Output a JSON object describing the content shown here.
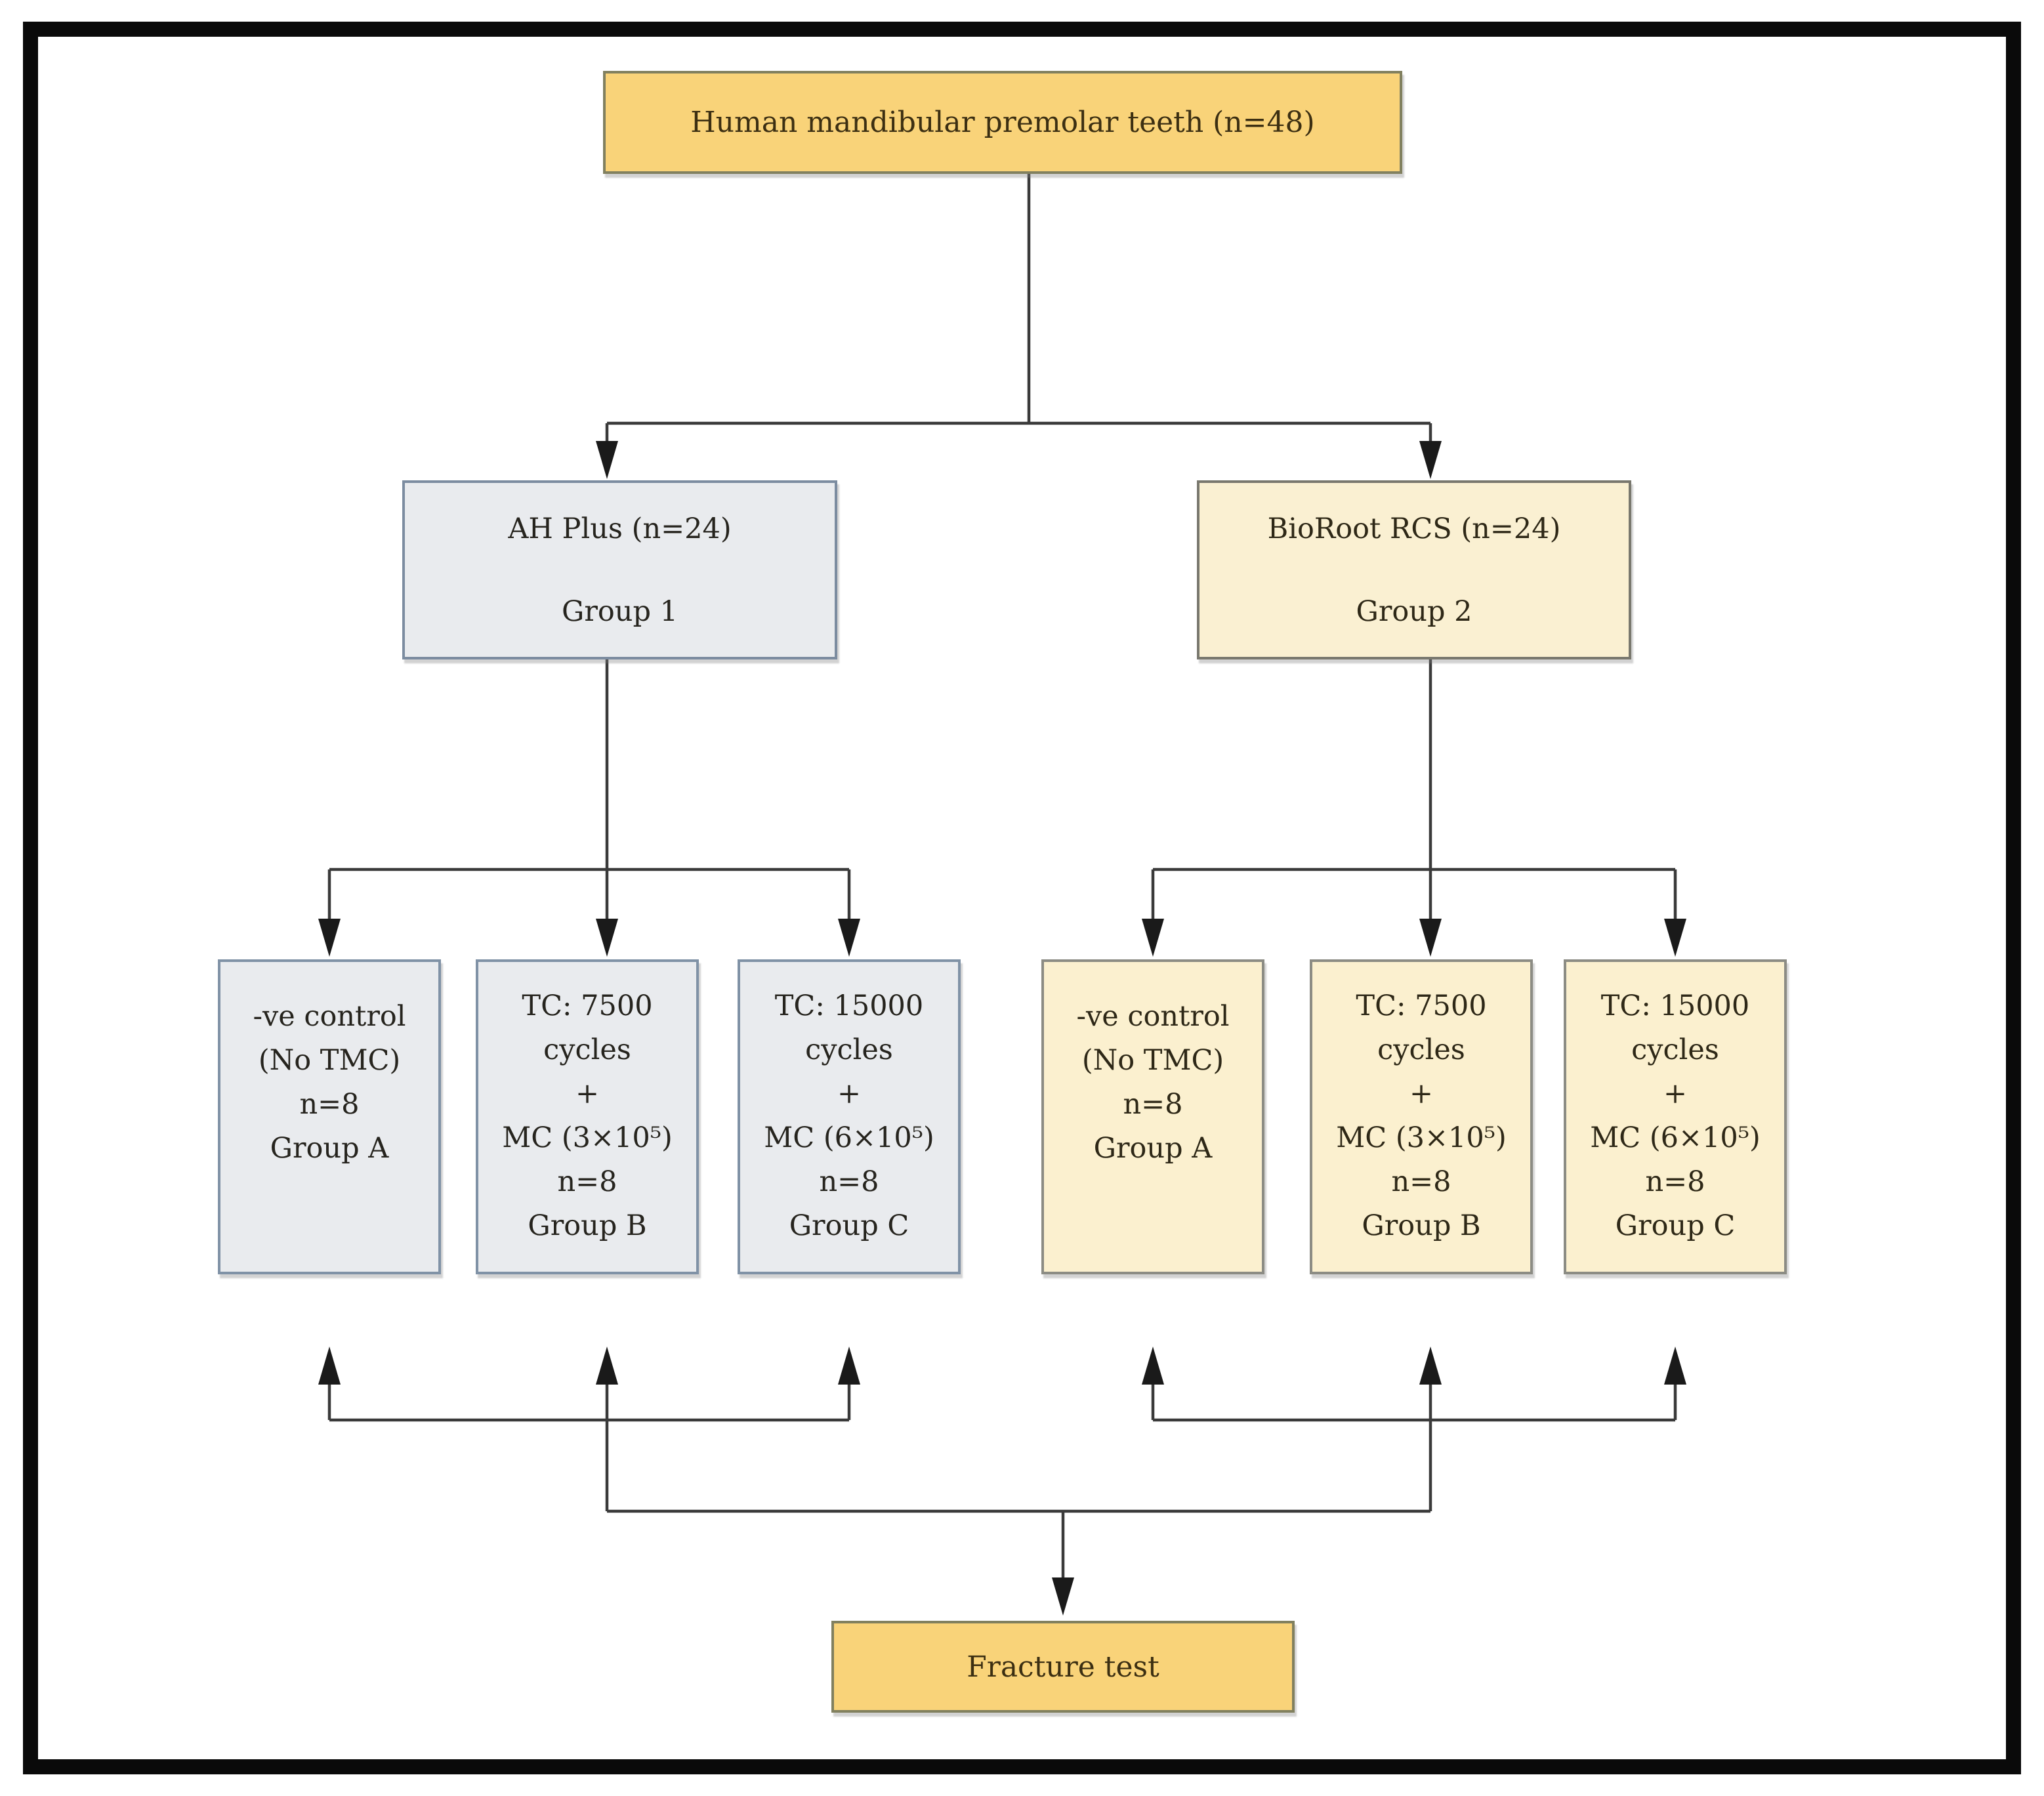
{
  "root": {
    "label": "Human mandibular premolar teeth (n=48)"
  },
  "groups": [
    {
      "title": "AH Plus (n=24)",
      "subtitle": "Group 1",
      "children": [
        {
          "lines": [
            "-ve control",
            "(No TMC)",
            "n=8",
            "Group A"
          ]
        },
        {
          "lines": [
            "TC: 7500",
            "cycles",
            "+",
            "MC (3×10⁵)",
            "n=8",
            "Group B"
          ]
        },
        {
          "lines": [
            "TC: 15000",
            "cycles",
            "+",
            "MC (6×10⁵)",
            "n=8",
            "Group C"
          ]
        }
      ]
    },
    {
      "title": "BioRoot RCS (n=24)",
      "subtitle": "Group 2",
      "children": [
        {
          "lines": [
            "-ve control",
            "(No TMC)",
            "n=8",
            "Group A"
          ]
        },
        {
          "lines": [
            "TC: 7500",
            "cycles",
            "+",
            "MC (3×10⁵)",
            "n=8",
            "Group B"
          ]
        },
        {
          "lines": [
            "TC: 15000",
            "cycles",
            "+",
            "MC (6×10⁵)",
            "n=8",
            "Group C"
          ]
        }
      ]
    }
  ],
  "terminal": {
    "label": "Fracture test"
  },
  "colors": {
    "gold_fill": "#F9D379",
    "gold_border": "#81805F",
    "gray_fill": "#E9EBEE",
    "gray_border": "#7C8CA0",
    "cream_fill": "#FAF0D2",
    "cream_border": "#8C8C84",
    "line": "#3A3A3A",
    "frame": "#0A0A0A"
  }
}
